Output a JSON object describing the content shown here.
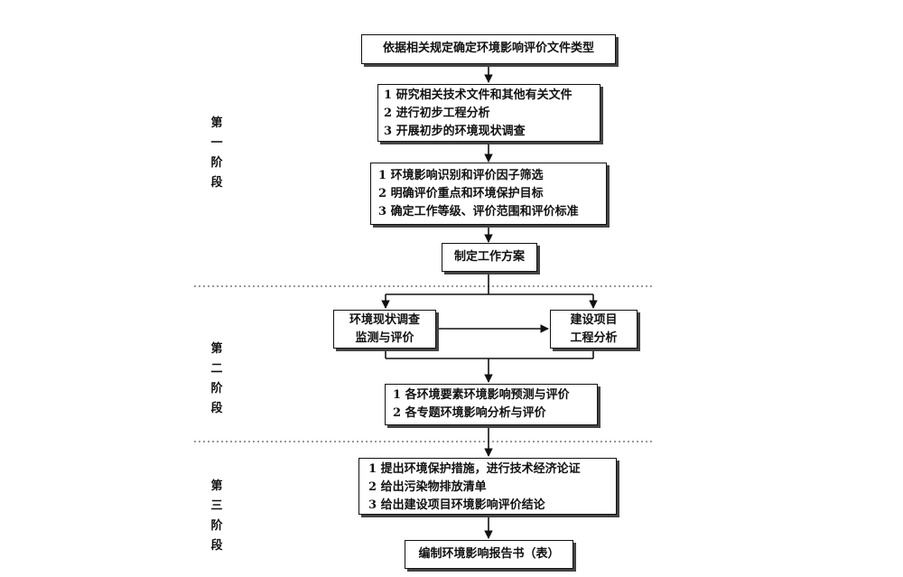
{
  "boxes": {
    "determine_type": "依据相关规定确定环境影响评价文件类型",
    "prep": [
      "1 研究相关技术文件和其他有关文件",
      "2 进行初步工程分析",
      "3 开展初步的环境现状调查"
    ],
    "identify": [
      "1 环境影响识别和评价因子筛选",
      "2 明确评价重点和环境保护目标",
      "3 确定工作等级、评价范围和评价标准"
    ],
    "work_plan": "制定工作方案",
    "env_survey": [
      "环境现状调查",
      "监测与评价"
    ],
    "project_analysis": [
      "建设项目",
      "工程分析"
    ],
    "prediction": [
      "1 各环境要素环境影响预测与评价",
      "2 各专题环境影响分析与评价"
    ],
    "measures": [
      "1 提出环境保护措施，进行技术经济论证",
      "2 给出污染物排放清单",
      "3 给出建设项目环境影响评价结论"
    ],
    "report": "编制环境影响报告书（表）"
  },
  "stages": {
    "stage1": [
      "第",
      "一",
      "阶",
      "段"
    ],
    "stage2": [
      "第",
      "二",
      "阶",
      "段"
    ],
    "stage3": [
      "第",
      "三",
      "阶",
      "段"
    ]
  }
}
